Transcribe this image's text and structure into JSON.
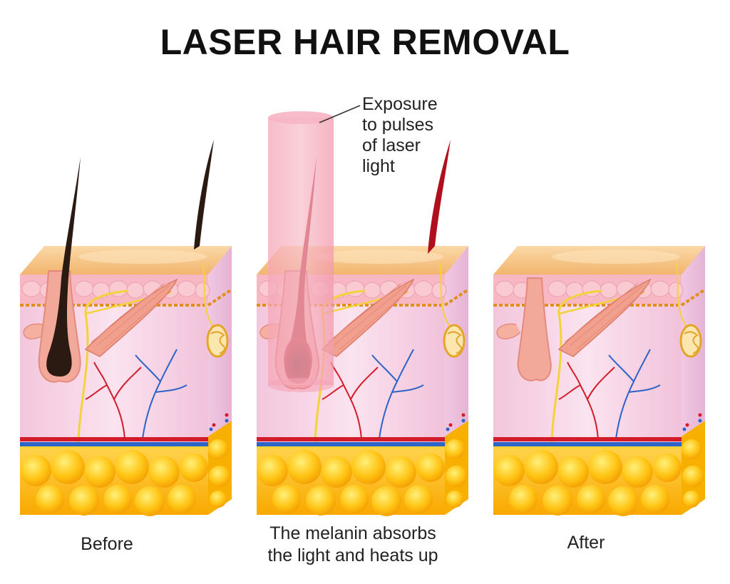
{
  "title": "LASER HAIR REMOVAL",
  "laser_callout": [
    "Exposure",
    "to pulses",
    "of laser",
    "light"
  ],
  "captions": {
    "before": "Before",
    "during": [
      "The melanin absorbs",
      "the light and heats up"
    ],
    "after": "After"
  },
  "colors": {
    "skin_top": "#f9c98e",
    "dermis": "#f6d3e6",
    "fat": "#ffc21a",
    "hair_dark": "#2b1a12",
    "hair_heated": "#b0101e",
    "laser_beam": "#f28ba0",
    "artery": "#d21c2a",
    "vein": "#2e63c7"
  },
  "panels": [
    {
      "id": "before",
      "hair": "dark",
      "laser": false
    },
    {
      "id": "during",
      "hair": "heated",
      "laser": true
    },
    {
      "id": "after",
      "hair": "none",
      "laser": false
    }
  ]
}
